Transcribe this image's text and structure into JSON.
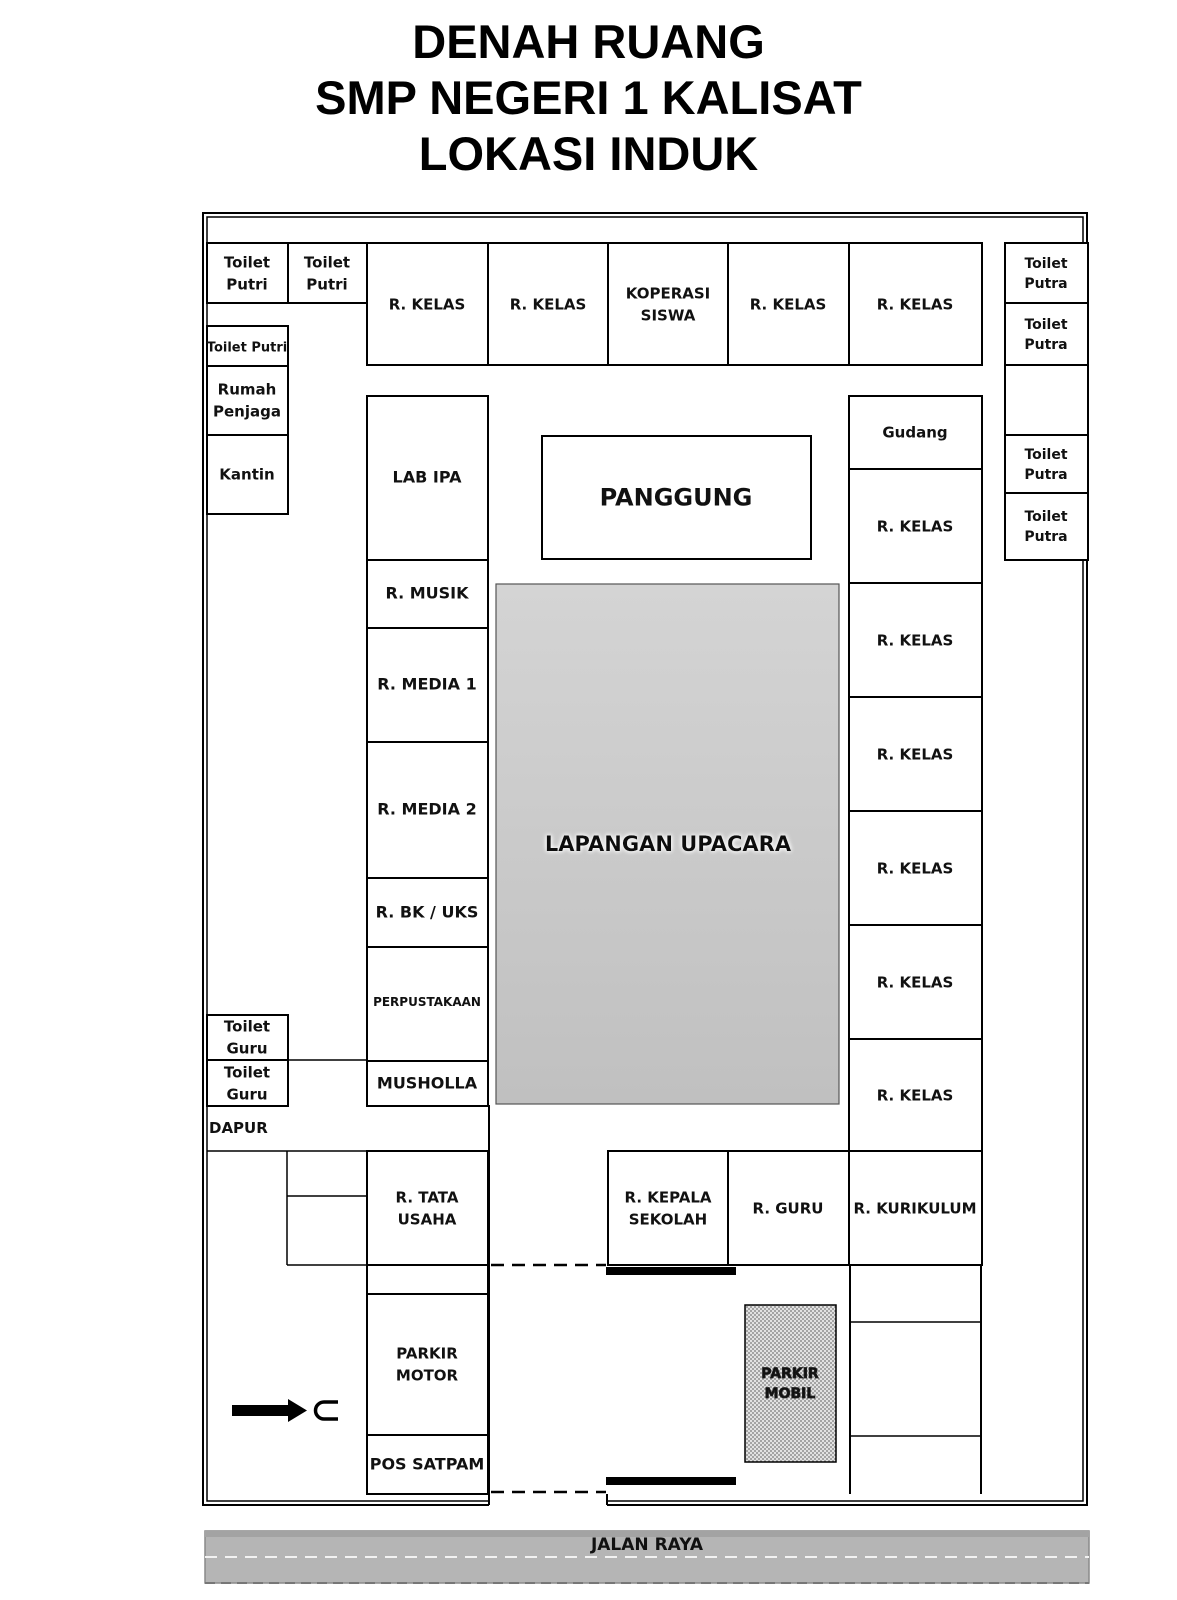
{
  "title": {
    "line1": "DENAH RUANG",
    "line2": "SMP NEGERI 1 KALISAT",
    "line3": "LOKASI INDUK"
  },
  "rooms": {
    "toilet_putri_1": [
      "Toilet",
      "Putri"
    ],
    "toilet_putri_2": [
      "Toilet",
      "Putri"
    ],
    "toilet_putri_3": [
      "Toilet Putri"
    ],
    "rumah_penjaga": [
      "Rumah",
      "Penjaga"
    ],
    "kantin": [
      "Kantin"
    ],
    "kelas_top_1": [
      "R. KELAS"
    ],
    "kelas_top_2": [
      "R. KELAS"
    ],
    "koperasi": [
      "KOPERASI",
      "SISWA"
    ],
    "kelas_top_3": [
      "R. KELAS"
    ],
    "kelas_top_4": [
      "R. KELAS"
    ],
    "toilet_putra_1": [
      "Toilet",
      "Putra"
    ],
    "toilet_putra_2": [
      "Toilet",
      "Putra"
    ],
    "toilet_putra_3": [
      "Toilet",
      "Putra"
    ],
    "toilet_putra_4": [
      "Toilet",
      "Putra"
    ],
    "lab_ipa": [
      "LAB IPA"
    ],
    "r_musik": [
      "R. MUSIK"
    ],
    "r_media_1": [
      "R. MEDIA 1"
    ],
    "r_media_2": [
      "R. MEDIA 2"
    ],
    "r_bk_uks": [
      "R. BK / UKS"
    ],
    "perpustakaan": [
      "PERPUSTAKAAN"
    ],
    "musholla": [
      "MUSHOLLA"
    ],
    "panggung": [
      "PANGGUNG"
    ],
    "lapangan": [
      "LAPANGAN UPACARA"
    ],
    "gudang": [
      "Gudang"
    ],
    "kelas_right_1": [
      "R. KELAS"
    ],
    "kelas_right_2": [
      "R. KELAS"
    ],
    "kelas_right_3": [
      "R. KELAS"
    ],
    "kelas_right_4": [
      "R. KELAS"
    ],
    "kelas_right_5": [
      "R. KELAS"
    ],
    "kelas_right_6": [
      "R. KELAS"
    ],
    "toilet_guru_1": [
      "Toilet",
      "Guru"
    ],
    "toilet_guru_2": [
      "Toilet",
      "Guru"
    ],
    "dapur": [
      "DAPUR"
    ],
    "r_tata_usaha": [
      "R. TATA",
      "USAHA"
    ],
    "r_kepala_sekolah": [
      "R. KEPALA",
      "SEKOLAH"
    ],
    "r_guru": [
      "R. GURU"
    ],
    "r_kurikulum": [
      "R. KURIKULUM"
    ],
    "parkir_motor": [
      "PARKIR",
      "MOTOR"
    ],
    "pos_satpam": [
      "POS SATPAM"
    ],
    "parkir_mobil": [
      "PARKIR",
      "MOBIL"
    ],
    "jalan_raya": [
      "JALAN RAYA"
    ]
  },
  "colors": {
    "field": "#c9c9c9",
    "road": "#b4b4b4",
    "parking_car": "#cfcfcf"
  },
  "icons": {
    "entrance_arrow": "arrow-right-icon",
    "u_symbol": "u-turn-icon"
  }
}
